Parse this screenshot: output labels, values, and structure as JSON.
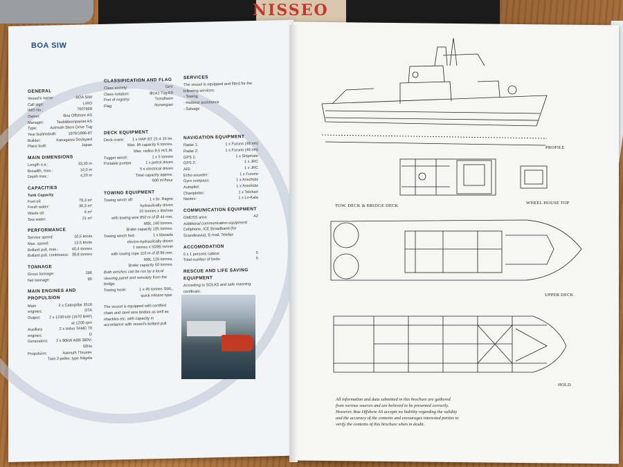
{
  "background": {
    "photo_sign": "NISSEO"
  },
  "left_page": {
    "title": "BOA SIW",
    "general": {
      "heading": "GENERAL",
      "rows": [
        {
          "k": "Vessel's name:",
          "v": "BOA SIW"
        },
        {
          "k": "Call sign:",
          "v": "LIRO"
        },
        {
          "k": "IMO No.:",
          "v": "7607869"
        },
        {
          "k": "Owner:",
          "v": "Boa Offshore AS"
        },
        {
          "k": "Manager:",
          "v": "Taubåtkompaniet AS"
        },
        {
          "k": "Type:",
          "v": "Azimuth Stern Drive Tug"
        },
        {
          "k": "Year built/rebuilt:",
          "v": "1976/1996-97"
        },
        {
          "k": "Builder:",
          "v": "Kanagawa Dockyard"
        },
        {
          "k": "Place built:",
          "v": "Japan"
        }
      ]
    },
    "dimensions": {
      "heading": "MAIN DIMENSIONS",
      "rows": [
        {
          "k": "Length o.a.:",
          "v": "33,30 m"
        },
        {
          "k": "Breadth, max.:",
          "v": "10,0 m"
        },
        {
          "k": "Depth max.:",
          "v": "4,20 m"
        }
      ]
    },
    "capacities": {
      "heading": "CAPACITIES",
      "subheading": "Tank Capacity",
      "rows": [
        {
          "k": "Fuel oil:",
          "v": "79,3 m³"
        },
        {
          "k": "Fresh water:",
          "v": "36,3 m³"
        },
        {
          "k": "Waste oil:",
          "v": "6 m³"
        },
        {
          "k": "Sea water:",
          "v": "21 m³"
        }
      ]
    },
    "performance": {
      "heading": "PERFORMANCE",
      "rows": [
        {
          "k": "Service speed:",
          "v": "10,5 knots"
        },
        {
          "k": "Max. speed:",
          "v": "13,5 knots"
        },
        {
          "k": "Bollard pull, max.:",
          "v": "40,4 tonnes"
        },
        {
          "k": "Bollard pull, continuous:",
          "v": "39,8 tonnes"
        }
      ]
    },
    "tonnage": {
      "heading": "TONNAGE",
      "rows": [
        {
          "k": "Gross tonnage:",
          "v": "286"
        },
        {
          "k": "Net tonnage:",
          "v": "85"
        }
      ]
    },
    "engines": {
      "heading": "MAIN ENGINES AND PROPULSION",
      "rows": [
        {
          "k": "Main engines:",
          "v": "2 x Caterpillar 3516 DTA"
        },
        {
          "k": "Output:",
          "v": "2 x 1230 kW (1670 BHP)"
        },
        {
          "k": "",
          "v": "at 1200 rpm"
        },
        {
          "k": "Auxiliary engines:",
          "v": "2 x Volvo TAMD 70 D"
        },
        {
          "k": "Generators:",
          "v": "2 x 90kW ABB 380V-50Hz"
        },
        {
          "k": "Propulsion:",
          "v": "Azimuth Thruster"
        },
        {
          "k": "",
          "v": "Twin 2-peller, type Niigata"
        }
      ]
    },
    "classification": {
      "heading": "CLASSIFICATION AND FLAG",
      "rows": [
        {
          "k": "Class society:",
          "v": "DnV"
        },
        {
          "k": "Class notation:",
          "v": "✠1A1 Tug E0"
        },
        {
          "k": "Port of registry:",
          "v": "Trondheim"
        },
        {
          "k": "Flag:",
          "v": "Norwegian"
        }
      ]
    },
    "deck": {
      "heading": "DECK EQUIPMENT",
      "lines": [
        {
          "k": "Deck crane:",
          "v": "1 x HAP BT 21-4 15 tm."
        },
        {
          "k": "",
          "v": "Max. lift capacity 6 tonnes."
        },
        {
          "k": "",
          "v": "Max. radius 9,5 m/1,6t."
        },
        {
          "k": "Tugger winch:",
          "v": "1 x 5 tonnes"
        },
        {
          "k": "Portable pumps:",
          "v": "1 x petrol driven"
        },
        {
          "k": "",
          "v": "5 x electrical driven"
        },
        {
          "k": "",
          "v": "Total capacity approx."
        },
        {
          "k": "",
          "v": "600 m³/hour"
        }
      ]
    },
    "towing": {
      "heading": "TOWING EQUIPMENT",
      "lines": [
        {
          "k": "Towing winch aft:",
          "v": "1 x Br. Ragne"
        },
        {
          "k": "",
          "v": "hydraulically driven"
        },
        {
          "k": "",
          "v": "10 tonnes x 8m/min"
        },
        {
          "k": "",
          "v": "with towing wire 950 m of Ø 44 mm,"
        },
        {
          "k": "",
          "v": "MBL 140 tonnes."
        },
        {
          "k": "",
          "v": "Brake capacity 105 tonnes."
        },
        {
          "k": "Towing winch fwd:",
          "v": "1 x Masada"
        },
        {
          "k": "",
          "v": "electro-hydraulically driven"
        },
        {
          "k": "",
          "v": "1 tonnes x 50/85 m/min"
        },
        {
          "k": "",
          "v": "with towing rope 110 m of Ø 96 mm,"
        },
        {
          "k": "",
          "v": "MBL 126 tonnes."
        },
        {
          "k": "",
          "v": "Brake capacity 50 tonnes."
        }
      ],
      "italic_note": "Both winches can be run by a local steering panel and remotely from the bridge.",
      "hook": {
        "k": "Towing hook:",
        "v": "1 x 45 tonnes SWL,"
      },
      "hook2": "quick release type.",
      "footnote": "The vessel is equipped with certified chain and steel wire bridles as well as shackles etc. with capacity in accordance with vessel's bollard pull."
    },
    "services": {
      "heading": "SERVICES",
      "intro": "The vessel is equipped and fitted for the following services:",
      "items": [
        "Towing",
        "Harbour assistance",
        "Salvage"
      ]
    },
    "navigation": {
      "heading": "NAVIGATION EQUIPMENT",
      "rows": [
        {
          "k": "Radar 1:",
          "v": "1 x Furuno (48 nm)"
        },
        {
          "k": "Radar 2:",
          "v": "1 x Furuno (48 nm)"
        },
        {
          "k": "GPS 1:",
          "v": "1 x Shipmate"
        },
        {
          "k": "GPS 2:",
          "v": "1 x JRC"
        },
        {
          "k": "AIS:",
          "v": "1 x JRC"
        },
        {
          "k": "Echo sounder:",
          "v": "1 x Furuno"
        },
        {
          "k": "Gyro compass:",
          "v": "1 x Anschütz"
        },
        {
          "k": "Autopilot:",
          "v": "1 x Anschütz"
        },
        {
          "k": "Chartplotter:",
          "v": "1 x Telchart"
        },
        {
          "k": "Navtex:",
          "v": "1 x Lo-Kata"
        }
      ]
    },
    "communication": {
      "heading": "COMMUNICATION EQUIPMENT",
      "rows": [
        {
          "k": "GMDSS area:",
          "v": "A2"
        }
      ],
      "italic": "Additional communication equipment:",
      "extra": "Cellphone, ICE Broadband (for Scandinavia), E-mail, Telefax"
    },
    "accommodation": {
      "heading": "ACCOMODATION",
      "rows": [
        {
          "k": "5 x 1 persons cabins:",
          "v": "5"
        },
        {
          "k": "Total number of beds:",
          "v": "5"
        }
      ]
    },
    "rescue": {
      "heading": "RESCUE AND LIFE SAVING EQUIPMENT",
      "text": "According to SOLAS and safe manning certificate."
    }
  },
  "right_page": {
    "labels": {
      "profile": "PROFILE",
      "tow_deck": "TOW. DECK & BRIDGE DECK",
      "wheel_house": "WHEEL HOUSE TOP",
      "upper_deck": "UPPER DECK",
      "hold": "HOLD"
    },
    "disclaimer": "All information and data submitted in this brochure are gathered from various sources and are believed to be presented correctly. However, Boa Offshore AS accepts no liability regarding the validity and the accuracy of the contents and encourages interested parties to verify the contents of this brochure when in doubt."
  }
}
